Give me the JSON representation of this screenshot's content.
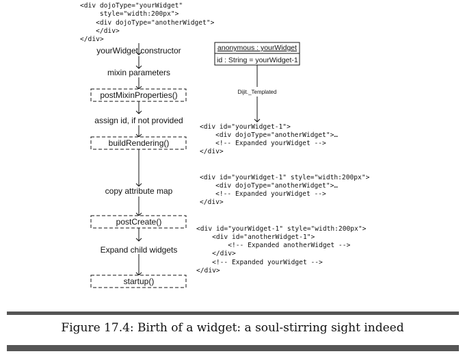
{
  "source_markup": [
    "<div dojoType=\"yourWidget\"",
    "     style=\"width:200px\">",
    "    <div dojoType=\"anotherWidget\">",
    "    </div>",
    "</div>"
  ],
  "steps": {
    "constructor": "yourWidget constructor",
    "mixin": "mixin parameters",
    "post_mixin": "postMixinProperties()",
    "assign_id": "assign id, if not provided",
    "build_rendering": "buildRendering()",
    "copy_attr": "copy attribute map",
    "post_create": "postCreate()",
    "expand_children": "Expand child widgets",
    "startup": "startup()"
  },
  "uml": {
    "title": "anonymous : yourWidget",
    "attribute": "id : String = yourWidget-1",
    "link_label": "Dijit._Templated"
  },
  "snippet_build": [
    "<div id=\"yourWidget-1\">",
    "    <div dojoType=\"anotherWidget\">…",
    "    <!-- Expanded yourWidget -->",
    "</div>"
  ],
  "snippet_attr": [
    "<div id=\"yourWidget-1\" style=\"width:200px\">",
    "    <div dojoType=\"anotherWidget\">…",
    "    <!-- Expanded yourWidget -->",
    "</div>"
  ],
  "snippet_children": [
    "<div id=\"yourWidget-1\" style=\"width:200px\">",
    "    <div id=\"anotherWidget-1\">",
    "        <!-- Expanded anotherWidget -->",
    "    </div>",
    "    <!-- Expanded yourWidget -->",
    "</div>"
  ],
  "caption": "Figure 17.4: Birth of a widget: a soul-stirring sight indeed"
}
